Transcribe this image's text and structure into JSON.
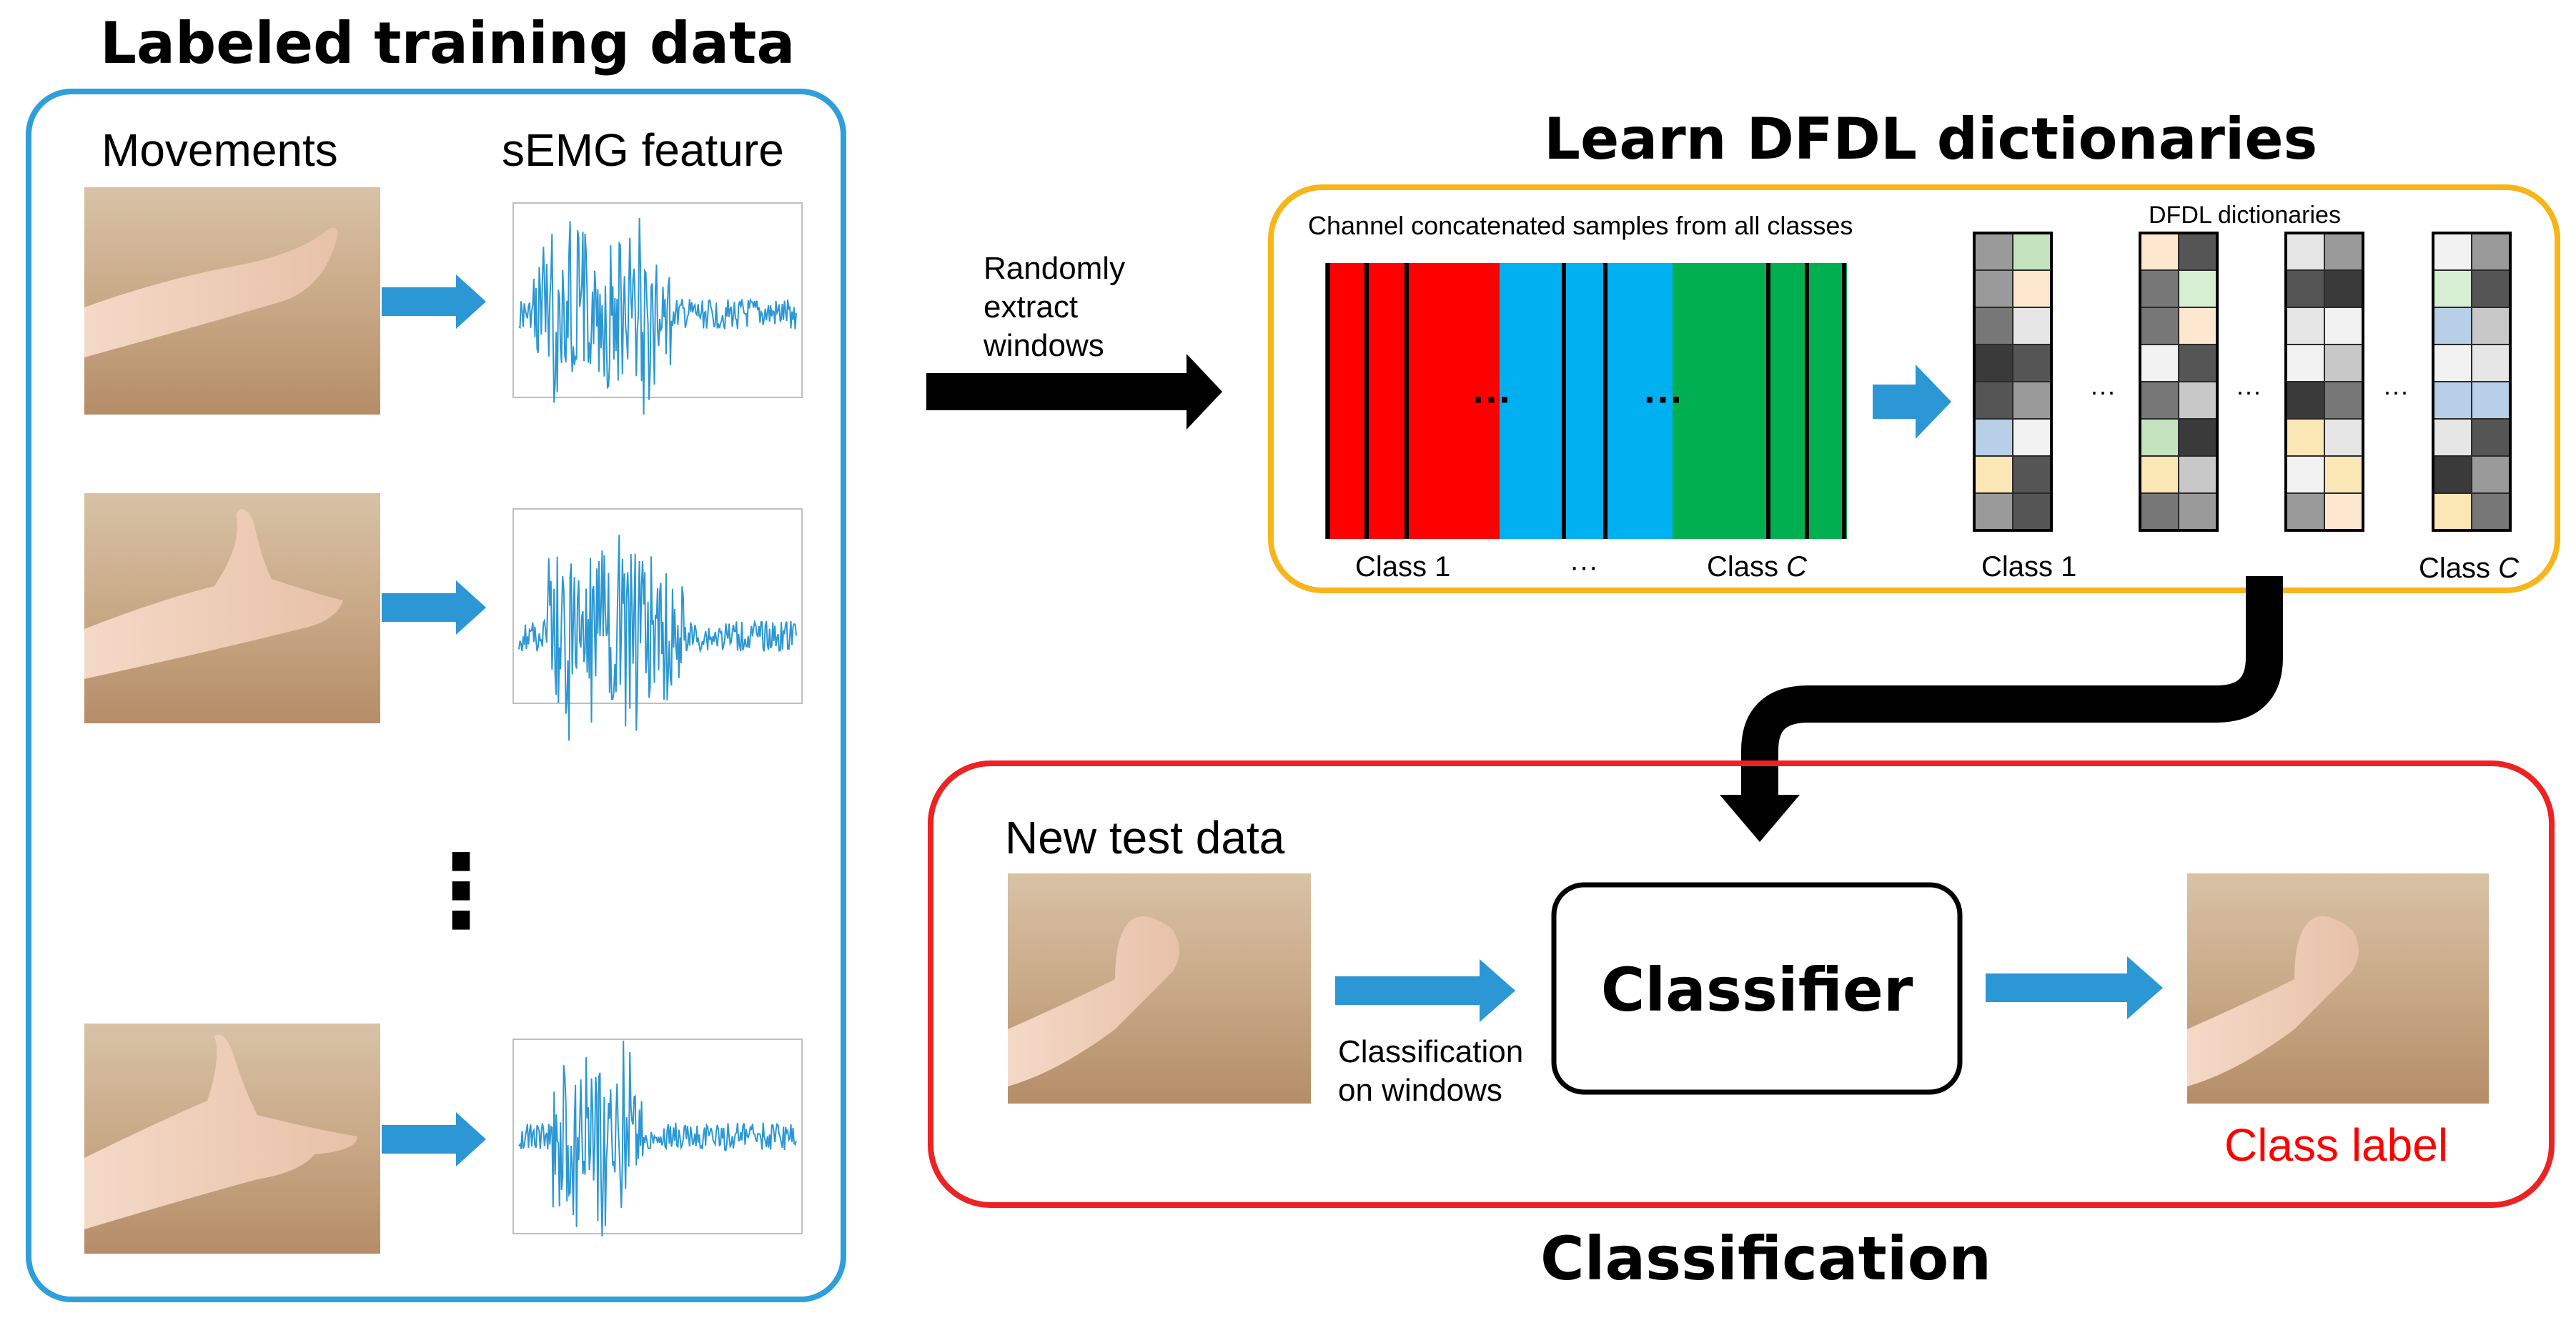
{
  "titles": {
    "training": "Labeled training data",
    "learn": "Learn DFDL dictionaries",
    "classification": "Classification"
  },
  "training_panel": {
    "movements_label": "Movements",
    "semg_label": "sEMG feature",
    "ellipsis": "⋮"
  },
  "extract": {
    "line1": "Randomly",
    "line2": "extract",
    "line3": "windows"
  },
  "dfdl_panel": {
    "samples_caption": "Channel concatenated samples from all classes",
    "dictionaries_caption": "DFDL dictionaries",
    "class_first": "Class 1",
    "class_ellipsis": "···",
    "class_prefix": "Class ",
    "class_last_var": "C",
    "dots": "···"
  },
  "classification_panel": {
    "new_test_data": "New test data",
    "classifier": "Classifier",
    "on_windows_line1": "Classification",
    "on_windows_line2": "on windows",
    "class_label": "Class label"
  },
  "colors": {
    "blue_frame": "#2f9fda",
    "orange_frame": "#f7b519",
    "red_frame": "#ee2222",
    "arrow_blue": "#2b97d4",
    "class_red": "#ff0000",
    "class_blue": "#00b0f0",
    "class_green": "#00b050",
    "label_red": "#ff0000"
  },
  "icons": {
    "flow_arrow": "arrow-right-icon",
    "big_arrow": "thick-arrow-icon",
    "curved_arrow": "curved-down-arrow-icon"
  }
}
